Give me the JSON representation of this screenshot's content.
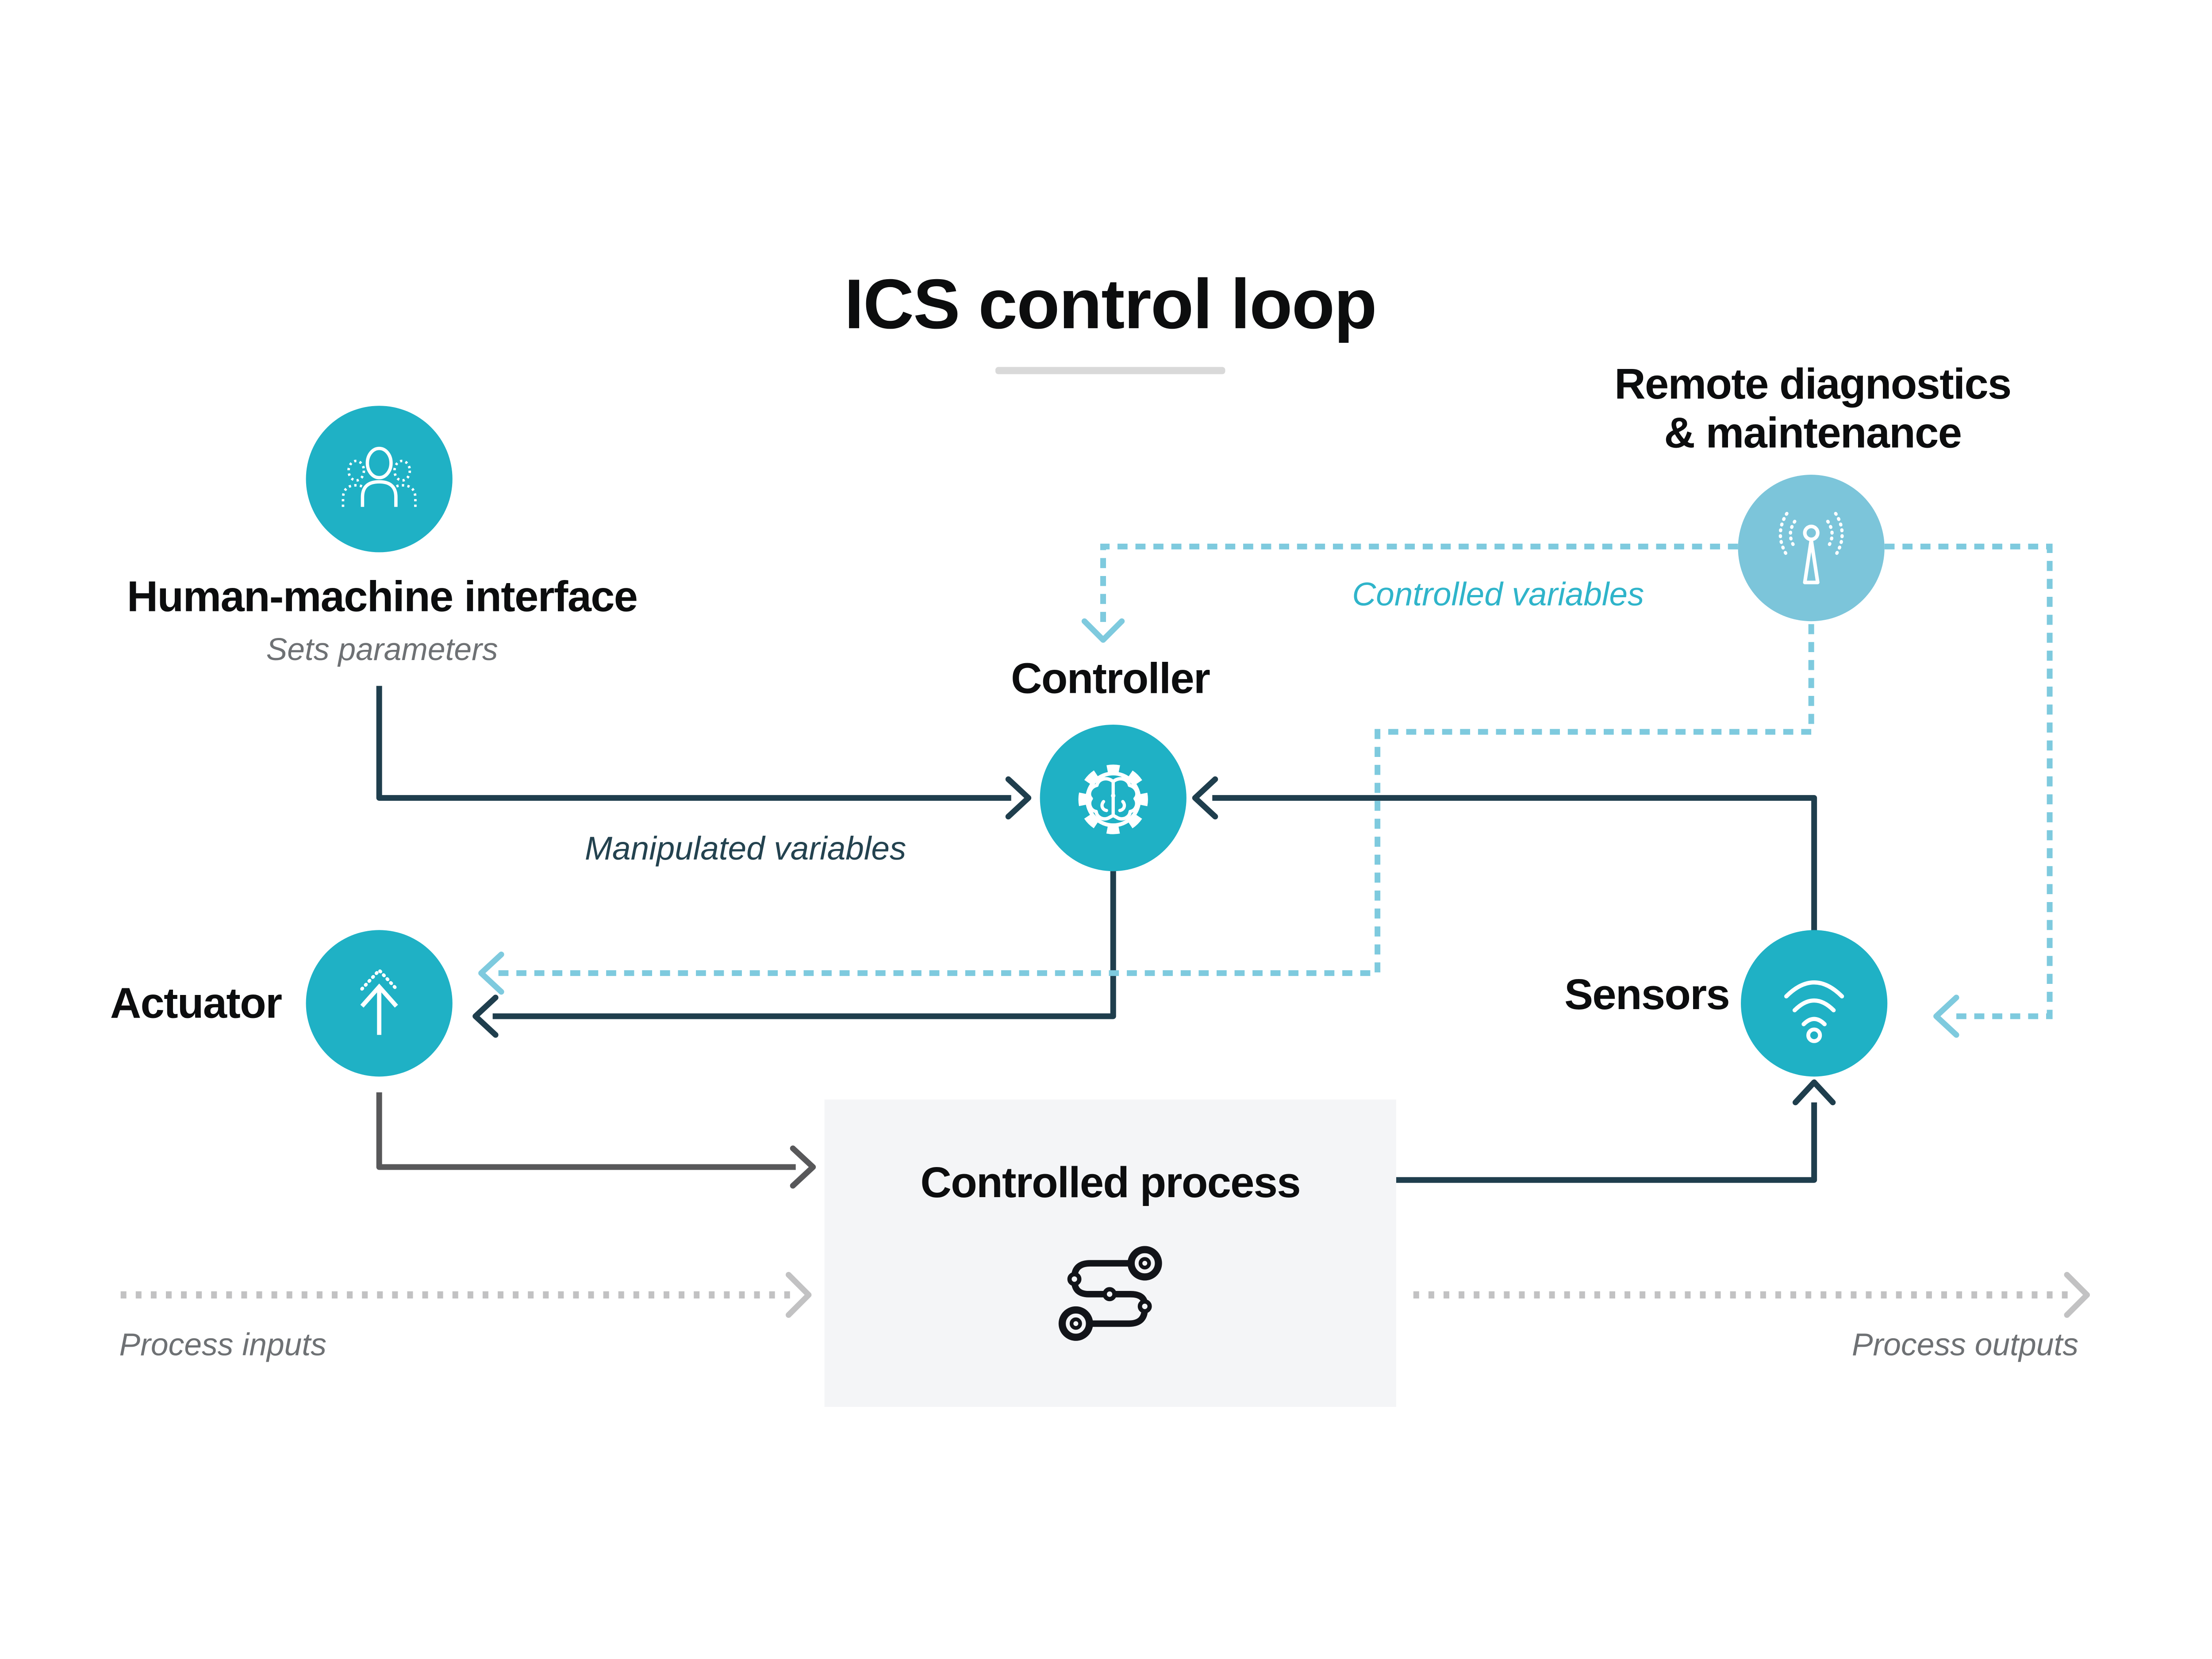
{
  "title": "ICS control loop",
  "nodes": {
    "hmi": {
      "label": "Human-machine interface",
      "sublabel": "Sets parameters",
      "icon": "people-group-icon"
    },
    "remote_diagnostics": {
      "label_line1": "Remote diagnostics",
      "label_line2": "& maintenance",
      "icon": "antenna-icon"
    },
    "controller": {
      "label": "Controller",
      "icon": "gear-brain-icon"
    },
    "actuator": {
      "label": "Actuator",
      "icon": "up-arrow-icon"
    },
    "sensors": {
      "label": "Sensors",
      "icon": "wifi-waves-icon"
    },
    "controlled_process": {
      "label": "Controlled process",
      "icon": "process-route-icon"
    }
  },
  "edge_labels": {
    "manipulated_variables": "Manipulated variables",
    "controlled_variables": "Controlled variables",
    "process_inputs": "Process inputs",
    "process_outputs": "Process outputs"
  },
  "edges": [
    {
      "from": "hmi",
      "to": "controller",
      "style": "solid"
    },
    {
      "from": "sensors",
      "to": "controller",
      "style": "solid"
    },
    {
      "from": "controller",
      "to": "actuator",
      "style": "solid",
      "label": "Manipulated variables"
    },
    {
      "from": "actuator",
      "to": "controlled_process",
      "style": "solid"
    },
    {
      "from": "controlled_process",
      "to": "sensors",
      "style": "solid"
    },
    {
      "from": "remote_diagnostics",
      "to": "controller",
      "style": "dashed",
      "label": "Controlled variables"
    },
    {
      "from": "remote_diagnostics",
      "to": "actuator",
      "style": "dashed"
    },
    {
      "from": "remote_diagnostics",
      "to": "sensors",
      "style": "dashed"
    },
    {
      "from": "outside",
      "to": "controlled_process",
      "style": "dotted",
      "label": "Process inputs"
    },
    {
      "from": "controlled_process",
      "to": "outside",
      "style": "dotted",
      "label": "Process outputs"
    }
  ],
  "colors": {
    "teal": "#1fb1c5",
    "light_blue": "#7cc5da",
    "dashed_teal": "#7ecade",
    "navy": "#1f3e4d",
    "line_gray": "#58585a",
    "dotted_gray": "#c2c2c3",
    "text_gray": "#6e7174",
    "teal_text": "#2fb4ca",
    "box_bg": "#f4f5f7",
    "underline_gray": "#d9d9d9",
    "text_black": "#0c0d0e"
  }
}
